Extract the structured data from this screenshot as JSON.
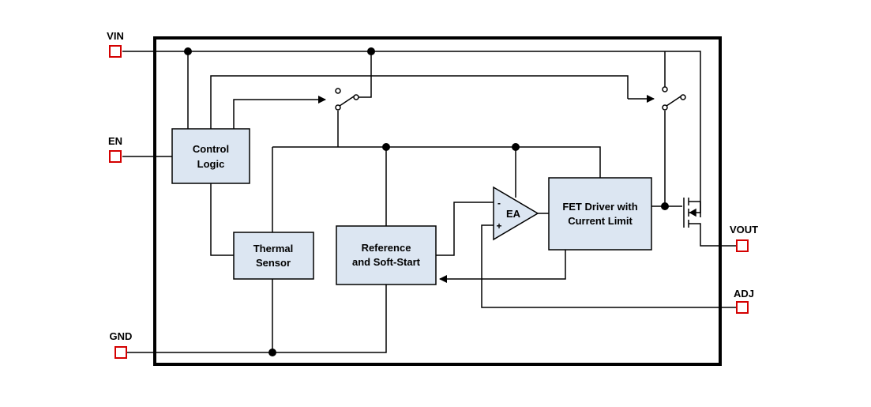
{
  "pins": {
    "vin": "VIN",
    "en": "EN",
    "gnd": "GND",
    "vout": "VOUT",
    "adj": "ADJ"
  },
  "blocks": {
    "control_logic": [
      "Control",
      "Logic"
    ],
    "thermal_sensor": [
      "Thermal",
      "Sensor"
    ],
    "reference_soft_start": [
      "Reference",
      "and Soft-Start"
    ],
    "fet_driver": [
      "FET Driver with",
      "Current Limit"
    ]
  },
  "amplifier": {
    "label": "EA",
    "minus": "-",
    "plus": "+"
  },
  "colors": {
    "block_fill": "#dce6f2",
    "pin_stroke": "#d40000",
    "line": "#000000"
  }
}
